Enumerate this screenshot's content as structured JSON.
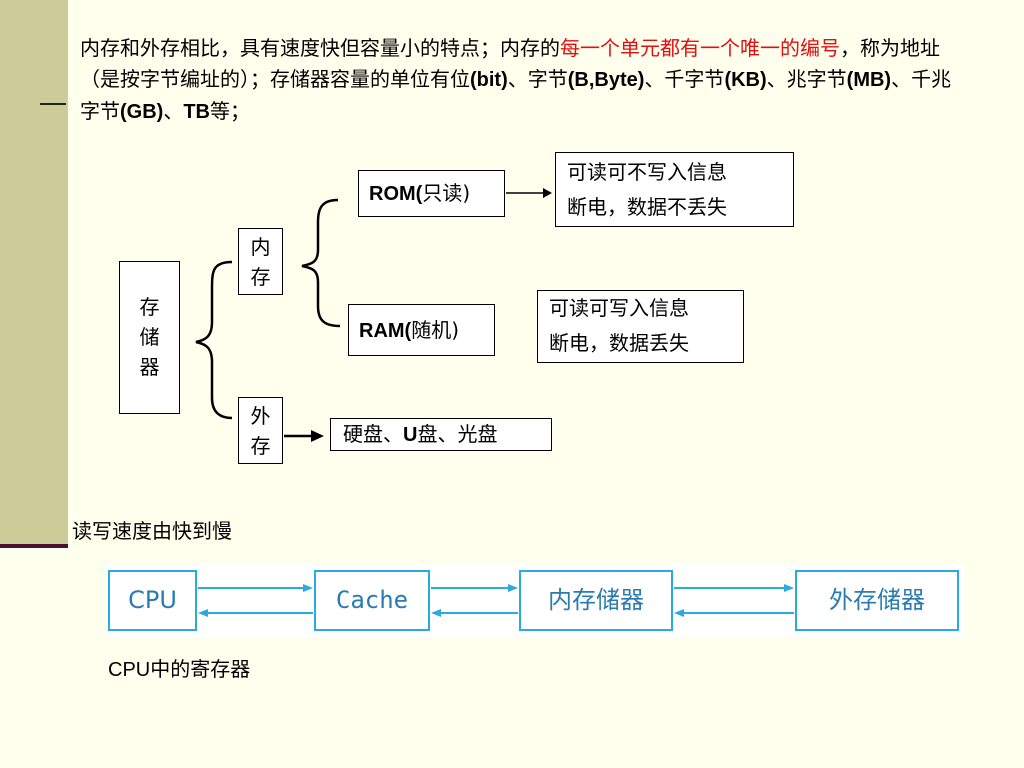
{
  "intro": {
    "part1": "内存和外存相比，具有速度快但容量小的特点；内存的",
    "highlight": "每一个单元都有一个唯一的编号",
    "part2": "，称为地址 （是按字节编址的）；存储器容量的单位有位",
    "bit": "(bit)",
    "sep1": "、字节",
    "byte": "(B,Byte)",
    "sep2": "、千字节",
    "kb": "(KB)",
    "sep3": "、兆字节",
    "mb": "(MB)",
    "sep4": "、千兆字节",
    "gb": "(GB)",
    "sep5": "、",
    "tb": "TB",
    "end": "等；"
  },
  "tree": {
    "memory": [
      "存",
      "储",
      "器"
    ],
    "internal": [
      "内",
      "存"
    ],
    "external": [
      "外",
      "存"
    ],
    "rom_bold": "ROM(",
    "rom_rest": "只读)",
    "ram_bold": "RAM(",
    "ram_rest": "随机)",
    "rom_desc": [
      "可读可不写入信息",
      "断电，数据不丢失"
    ],
    "ram_desc": [
      "可读可写入信息",
      "断电，数据丢失"
    ],
    "storage_1": "硬盘、",
    "storage_u": "U",
    "storage_2": "盘、光盘"
  },
  "speed": {
    "label": "读写速度由快到慢",
    "items": [
      "CPU",
      "Cache",
      "内存储器",
      "外存储器"
    ],
    "registers_cpu": "CPU",
    "registers_rest": "中的寄存器"
  },
  "colors": {
    "sidebar": "#CCCC99",
    "sidebar_rule": "#4A1033",
    "highlight": "#E01010",
    "flow_border": "#29ABE2",
    "flow_text": "#2A7CB0"
  }
}
